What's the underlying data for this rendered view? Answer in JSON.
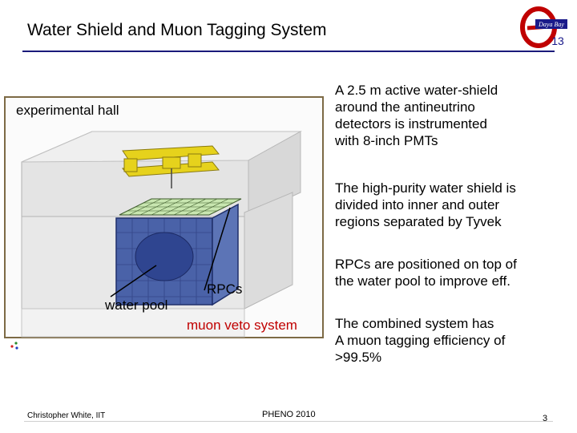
{
  "slide": {
    "title": "Water Shield and Muon Tagging System",
    "logo_text": "Daya Bay",
    "logo_number": "13"
  },
  "figure": {
    "label_hall": "experimental hall",
    "label_rpcs": "RPCs",
    "label_pool": "water pool",
    "label_veto": "muon veto system",
    "colors": {
      "veto_label": "#c00000",
      "rpc_grid": "#c8e6b0",
      "pool": "#4a62a8",
      "crane": "#e6d21c"
    }
  },
  "bullets": [
    {
      "lines": [
        "A 2.5 m active water-shield",
        "around the antineutrino",
        "detectors is instrumented",
        "with 8-inch PMTs"
      ]
    },
    {
      "lines": [
        "The high-purity water shield is",
        "divided into inner and outer",
        "regions separated by Tyvek"
      ]
    },
    {
      "lines": [
        "RPCs are positioned on top of",
        "the water pool to improve eff."
      ]
    },
    {
      "lines": [
        "The combined system has",
        "A muon tagging efficiency of",
        ">99.5%"
      ]
    }
  ],
  "footer": {
    "author": "Christopher White, IIT",
    "conference": "PHENO 2010",
    "page": "3"
  }
}
